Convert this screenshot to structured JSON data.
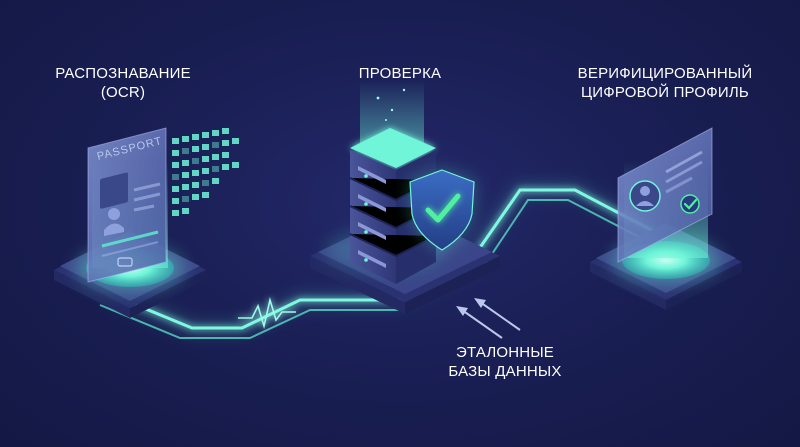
{
  "labels": {
    "ocr": {
      "line1": "РАСПОЗНАВАНИЕ",
      "line2": "(OCR)"
    },
    "check": {
      "line1": "ПРОВЕРКА"
    },
    "profile": {
      "line1": "ВЕРИФИЦИРОВАННЫЙ",
      "line2": "ЦИФРОВОЙ ПРОФИЛЬ"
    },
    "databases": {
      "line1": "ЭТАЛОННЫЕ",
      "line2": "БАЗЫ ДАННЫХ"
    }
  },
  "passport": {
    "title": "PASSPORT"
  },
  "colors": {
    "background": "#1a1f55",
    "glow": "#5ef2d2",
    "platform_top": "#4a5795",
    "platform_side": "#2a3272",
    "shield": "#2f5aa8",
    "check": "#4ff0a0",
    "server": "#3a4585",
    "card": "#6d7fc0"
  },
  "icons": {
    "ocr": "passport-document-icon",
    "check": "server-with-shield-icon",
    "profile": "verified-profile-card-icon"
  }
}
